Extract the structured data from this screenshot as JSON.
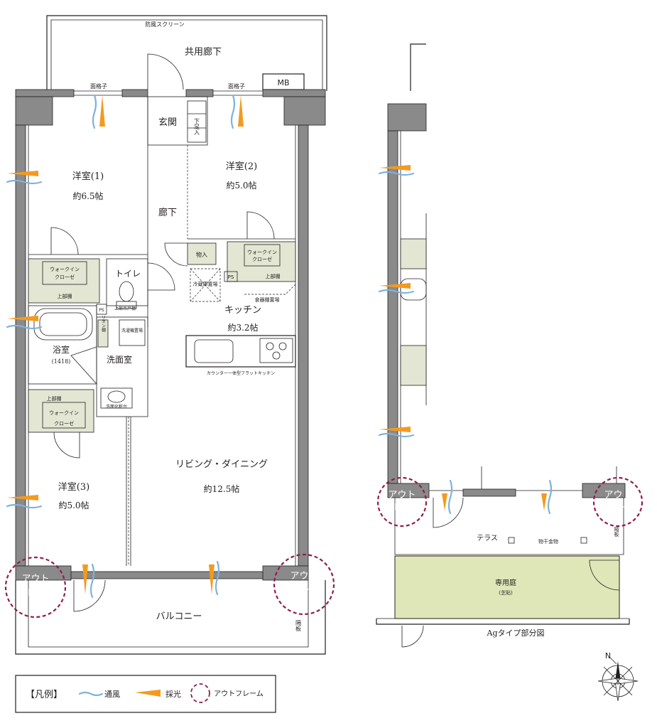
{
  "top": {
    "screen": "防風スクリーン",
    "corridor": "共用廊下",
    "mb": "MB",
    "lattice_left": "面格子",
    "lattice_right": "面格子"
  },
  "rooms": {
    "entrance": "玄関",
    "shoe_cabinet": "下足入",
    "western1_name": "洋室(1)",
    "western1_size": "約6.5帖",
    "western2_name": "洋室(2)",
    "western2_size": "約5.0帖",
    "hallway": "廊下",
    "storage": "物入",
    "wic1_name": "ウォークイン",
    "wic1_sub": "クローゼ",
    "wic1_shelf": "上部棚",
    "wic2_name": "ウォークイン",
    "wic2_sub": "クローゼ",
    "wic2_shelf": "上部棚",
    "toilet": "トイレ",
    "fridge": "冷蔵庫置場",
    "ps1": "PS",
    "ps2": "PS",
    "pantry": "食器棚置場",
    "kitchen_name": "キッチン",
    "kitchen_size": "約3.2帖",
    "toilet_shelf": "上部吊戸棚",
    "linen": "リネン棚",
    "washer": "洗濯機置場",
    "bath_name": "浴室",
    "bath_size": "(1418)",
    "washroom": "洗面室",
    "counter_kitchen": "カウンター一体型フラットキッチン",
    "vanity": "洗面化粧台",
    "wic3_shelf": "上部棚",
    "wic3_name": "ウォークイン",
    "wic3_sub": "クローゼ",
    "ld_name": "リビング・ダイニング",
    "ld_size": "約12.5帖",
    "western3_name": "洋室(3)",
    "western3_size": "約5.0帖",
    "balcony": "バルコニー",
    "partition": "隔板"
  },
  "outframe_label_1": "アウト",
  "outframe_label_2": "フレーム",
  "right_plan": {
    "terrace": "テラス",
    "drying_hardware": "物干金物",
    "partition": "隔板",
    "garden_name": "専用庭",
    "garden_sub": "(芝貼)",
    "caption": "Agタイプ部分図"
  },
  "legend": {
    "title": "【凡例】",
    "ventilation": "通風",
    "lighting": "採光",
    "outframe": "アウトフレーム"
  },
  "compass": {
    "north": "N"
  },
  "colors": {
    "wall": "#8a8a8a",
    "closet": "#e3e6d2",
    "garden": "#dfe7b8",
    "outframe": "#8e1f4d",
    "wind": "#7fb2dc",
    "light": "#f39a1f"
  }
}
